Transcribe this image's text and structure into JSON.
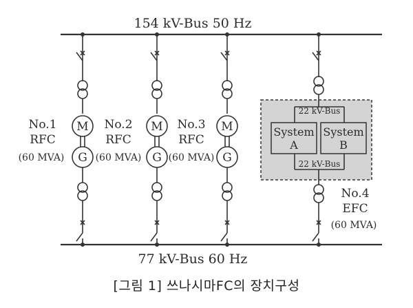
{
  "buses": {
    "top": "154 kV-Bus 50 Hz",
    "bottom": "77 kV-Bus 60 Hz"
  },
  "units": [
    {
      "name": "No.1",
      "type": "RFC",
      "rating": "(60 MVA)",
      "motor": "M",
      "generator": "G"
    },
    {
      "name": "No.2",
      "type": "RFC",
      "rating": "(60 MVA)",
      "motor": "M",
      "generator": "G"
    },
    {
      "name": "No.3",
      "type": "RFC",
      "rating": "(60 MVA)",
      "motor": "M",
      "generator": "G"
    }
  ],
  "efc": {
    "name": "No.4",
    "type": "EFC",
    "rating": "(60 MVA)",
    "sub_bus_top": "22 kV-Bus",
    "sub_bus_bottom": "22 kV-Bus",
    "system_a": {
      "line1": "System",
      "line2": "A"
    },
    "system_b": {
      "line1": "System",
      "line2": "B"
    }
  },
  "caption": "[그림 1] 쓰나시마FC의 장치구성"
}
